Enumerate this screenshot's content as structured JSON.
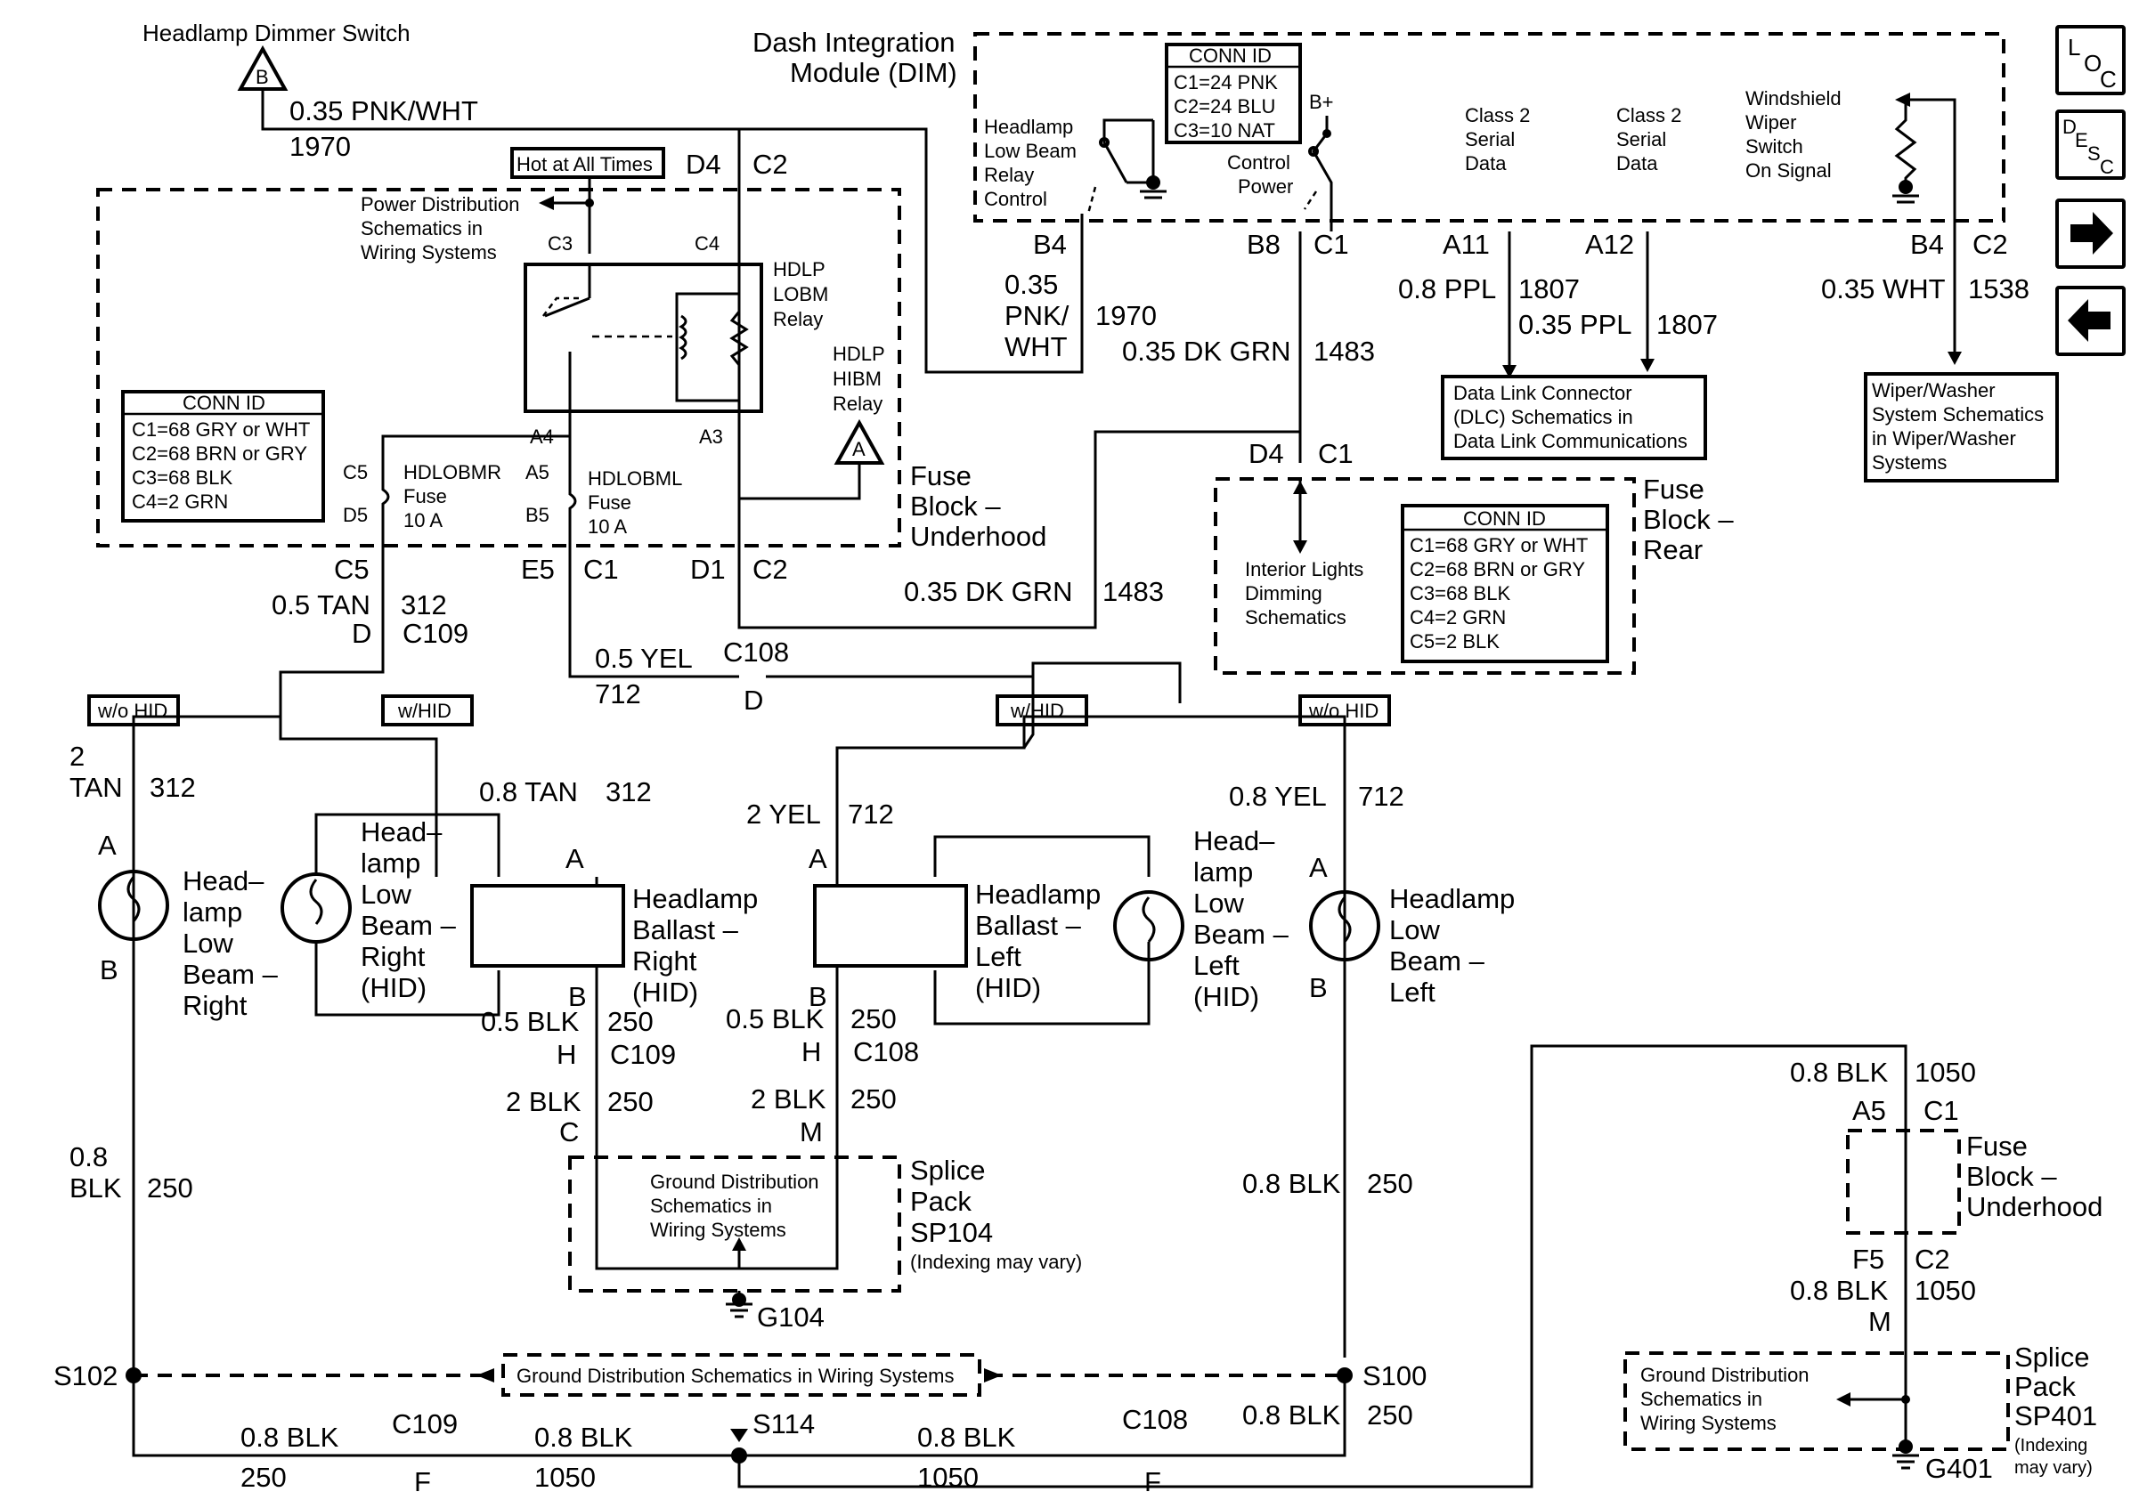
{
  "labels": {
    "dimmer_switch": "Headlamp Dimmer Switch",
    "dim_line1": "Dash Integration",
    "dim_line2": "Module (DIM)",
    "hot": "Hot at All Times",
    "power_dist": [
      "Power Distribution",
      "Schematics in",
      "Wiring Systems"
    ],
    "hdlp_lobm_relay": [
      "HDLP",
      "LOBM",
      "Relay"
    ],
    "hdlp_hibm_relay": [
      "HDLP",
      "HIBM",
      "Relay"
    ],
    "fuse_block_underhood": [
      "Fuse",
      "Block –",
      "Underhood"
    ],
    "fuse_block_rear": [
      "Fuse",
      "Block –",
      "Rear"
    ],
    "fuse_block_underhood2": [
      "Fuse",
      "Block –",
      "Underhood"
    ],
    "hdlobmr_fuse": [
      "HDLOBMR",
      "Fuse",
      "10 A"
    ],
    "hdlobml_fuse": [
      "HDLOBML",
      "Fuse",
      "10 A"
    ],
    "headlamp_relay_control": [
      "Headlamp",
      "Low Beam",
      "Relay",
      "Control"
    ],
    "control_power": [
      "Control",
      "Power"
    ],
    "bplus": "B+",
    "class2_a": [
      "Class 2",
      "Serial",
      "Data"
    ],
    "class2_b": [
      "Class 2",
      "Serial",
      "Data"
    ],
    "wiper_switch": [
      "Windshield",
      "Wiper",
      "Switch",
      "On Signal"
    ],
    "dlc_box": [
      "Data Link Connector",
      "(DLC) Schematics in",
      "Data Link Communications"
    ],
    "wiper_box": [
      "Wiper/Washer",
      "System Schematics",
      "in Wiper/Washer",
      "Systems"
    ],
    "interior_lights": [
      "Interior Lights",
      "Dimming",
      "Schematics"
    ],
    "wo_hid": "w/o HID",
    "w_hid": "w/HID",
    "lamp_right": [
      "Head–",
      "lamp",
      "Low",
      "Beam –",
      "Right"
    ],
    "lamp_right_hid": [
      "Head–",
      "lamp",
      "Low",
      "Beam –",
      "Right",
      "(HID)"
    ],
    "ballast_right": [
      "Headlamp",
      "Ballast –",
      "Right",
      "(HID)"
    ],
    "ballast_left": [
      "Headlamp",
      "Ballast –",
      "Left",
      "(HID)"
    ],
    "lamp_left_hid": [
      "Head–",
      "lamp",
      "Low",
      "Beam –",
      "Left",
      "(HID)"
    ],
    "lamp_left": [
      "Headlamp",
      "Low",
      "Beam –",
      "Left"
    ],
    "splice_sp104": [
      "Splice",
      "Pack",
      "SP104",
      "(Indexing may vary)"
    ],
    "ground_dist": [
      "Ground Distribution",
      "Schematics in",
      "Wiring Systems"
    ],
    "ground_dist_long": "Ground Distribution Schematics in Wiring Systems",
    "splice_sp401": [
      "Splice",
      "Pack",
      "SP401",
      "(Indexing",
      "may vary)"
    ],
    "g104": "G104",
    "g401": "G401",
    "s102": "S102",
    "s100": "S100",
    "s114": "S114"
  },
  "conn_fuse_underhood": {
    "title": "CONN ID",
    "rows": [
      "C1=68 GRY or WHT",
      "C2=68 BRN or GRY",
      "C3=68 BLK",
      "C4=2 GRN"
    ]
  },
  "conn_dim": {
    "title": "CONN ID",
    "rows": [
      "C1=24 PNK",
      "C2=24 BLU",
      "C3=10 NAT"
    ]
  },
  "conn_fuse_rear": {
    "title": "CONN ID",
    "rows": [
      "C1=68 GRY or WHT",
      "C2=68 BRN or GRY",
      "C3=68 BLK",
      "C4=2 GRN",
      "C5=2 BLK"
    ]
  },
  "wires": {
    "pnk_wht_top": [
      "0.35 PNK/WHT",
      "1970"
    ],
    "pnk_wht_b4": [
      "0.35",
      "PNK/",
      "WHT",
      "1970"
    ],
    "dk_grn_b8": [
      "0.35 DK GRN",
      "1483"
    ],
    "dk_grn_d1": [
      "0.35 DK GRN",
      "1483"
    ],
    "ppl_a11": [
      "0.8 PPL",
      "1807"
    ],
    "ppl_a12": [
      "0.35 PPL",
      "1807"
    ],
    "wht_b4": [
      "0.35 WHT",
      "1538"
    ],
    "tan_c5": [
      "0.5 TAN",
      "312"
    ],
    "yel_e5": [
      "0.5 YEL",
      "712"
    ],
    "tan_2": [
      "2",
      "TAN",
      "312"
    ],
    "tan_08": [
      "0.8 TAN",
      "312"
    ],
    "yel_2": [
      "2 YEL",
      "712"
    ],
    "yel_08": [
      "0.8 YEL",
      "712"
    ],
    "blk_05_r": [
      "0.5 BLK",
      "250"
    ],
    "blk_05_l": [
      "0.5 BLK",
      "250"
    ],
    "blk_2_r": [
      "2 BLK",
      "250"
    ],
    "blk_2_l": [
      "2 BLK",
      "250"
    ],
    "blk_08_left": [
      "0.8",
      "BLK",
      "250"
    ],
    "blk_08_right": [
      "0.8 BLK",
      "250"
    ],
    "blk_08_s100": [
      "0.8 BLK",
      "250"
    ],
    "blk_bottom_1": [
      "0.8 BLK",
      "250"
    ],
    "blk_bottom_2": [
      "0.8 BLK",
      "1050"
    ],
    "blk_bottom_3": [
      "0.8 BLK",
      "1050"
    ],
    "blk_1050_a": [
      "0.8 BLK",
      "1050"
    ],
    "blk_1050_b": [
      "0.8 BLK",
      "1050"
    ]
  },
  "connectors": {
    "d4": "D4",
    "c2": "C2",
    "c3": "C3",
    "c4": "C4",
    "a4": "A4",
    "a3": "A3",
    "c5": "C5",
    "d5": "D5",
    "a5": "A5",
    "b5": "B5",
    "c5b": "C5",
    "e5": "E5",
    "c1": "C1",
    "d1": "D1",
    "c2b": "C2",
    "b4": "B4",
    "b8": "B8",
    "c1b": "C1",
    "a11": "A11",
    "a12": "A12",
    "b4b": "B4",
    "c2c": "C2",
    "d4b": "D4",
    "c1c": "C1",
    "d": "D",
    "c109": "C109",
    "c108": "C108",
    "d2": "D",
    "pinA1": "A",
    "pinB1": "B",
    "pinA2": "A",
    "pinB2": "B",
    "pinA3": "A",
    "pinB3": "B",
    "pinA4": "A",
    "pinB4": "B",
    "h1": "H",
    "c109b": "C109",
    "h2": "H",
    "c108b": "C108",
    "c_": "C",
    "m_": "M",
    "c109c": "C109",
    "f1": "F",
    "c108c": "C108",
    "f2": "F",
    "a5b": "A5",
    "c1d": "C1",
    "f5": "F5",
    "c2d": "C2",
    "m2": "M",
    "hibm_a": "A",
    "dimmer_b": "B"
  },
  "nav": {
    "loc": [
      "L",
      "O",
      "C"
    ],
    "desc": [
      "D",
      "E",
      "S",
      "C"
    ]
  }
}
